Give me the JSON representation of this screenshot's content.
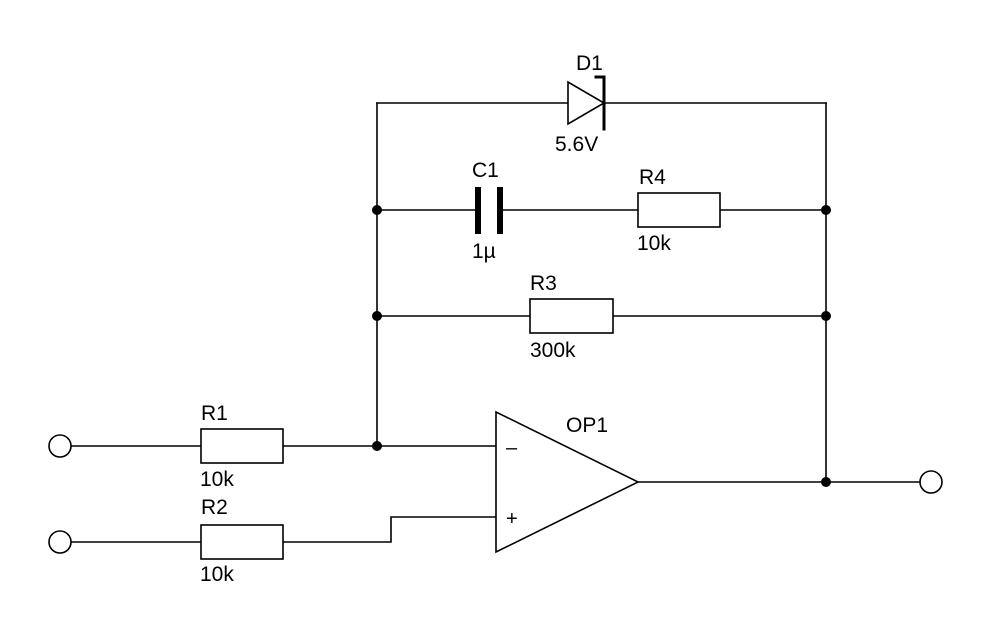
{
  "components": {
    "d1": {
      "name": "D1",
      "value": "5.6V"
    },
    "c1": {
      "name": "C1",
      "value": "1µ"
    },
    "r4": {
      "name": "R4",
      "value": "10k"
    },
    "r3": {
      "name": "R3",
      "value": "300k"
    },
    "r1": {
      "name": "R1",
      "value": "10k"
    },
    "r2": {
      "name": "R2",
      "value": "10k"
    },
    "op1": {
      "name": "OP1",
      "minus": "–",
      "plus": "+"
    }
  }
}
